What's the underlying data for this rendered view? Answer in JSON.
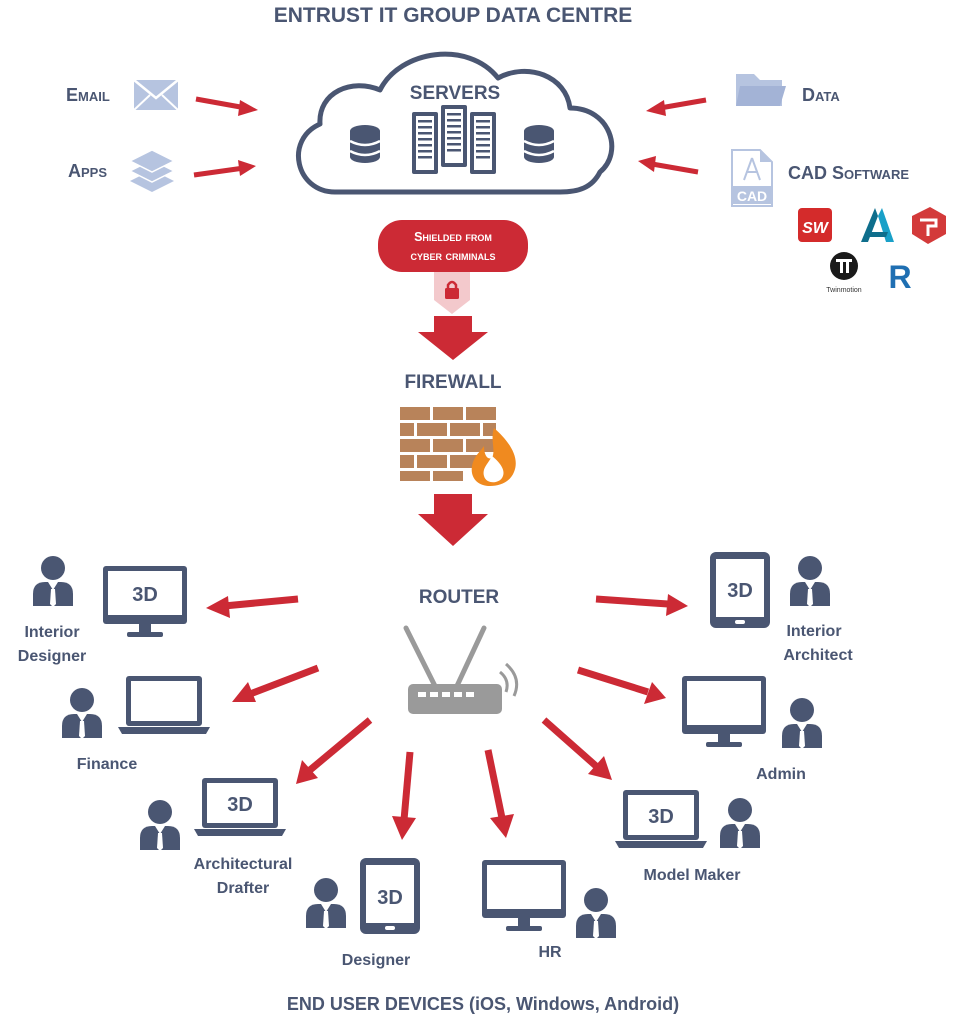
{
  "title": "ENTRUST IT GROUP DATA CENTRE",
  "cloud": {
    "label": "SERVERS"
  },
  "inputs": {
    "email": "Email",
    "apps": "Apps",
    "data": "Data",
    "cad": "CAD Software",
    "cad_icon_text": "CAD"
  },
  "cad_logos": [
    "solidworks-logo",
    "autodesk-logo",
    "sketchup-logo",
    "twinmotion-logo",
    "revit-logo"
  ],
  "cad_logo_labels": {
    "twinmotion": "Twinmotion",
    "revit": "R"
  },
  "shield": {
    "line1": "Shielded from",
    "line2": "cyber criminals"
  },
  "firewall": {
    "label": "FIREWALL"
  },
  "router": {
    "label": "ROUTER"
  },
  "device_badge": "3D",
  "users": {
    "interior_designer": [
      "Interior",
      "Designer"
    ],
    "finance": "Finance",
    "architectural_drafter": [
      "Architectural",
      "Drafter"
    ],
    "designer": "Designer",
    "hr": "HR",
    "model_maker": "Model Maker",
    "admin": "Admin",
    "interior_architect": [
      "Interior",
      "Architect"
    ]
  },
  "footer": "END USER DEVICES (iOS, Windows, Android)",
  "colors": {
    "navy": "#4a5672",
    "arrow": "#cc2a35",
    "light_icon": "#b6c4e0",
    "brick": "#b8835a",
    "flame": "#f08a1f"
  }
}
